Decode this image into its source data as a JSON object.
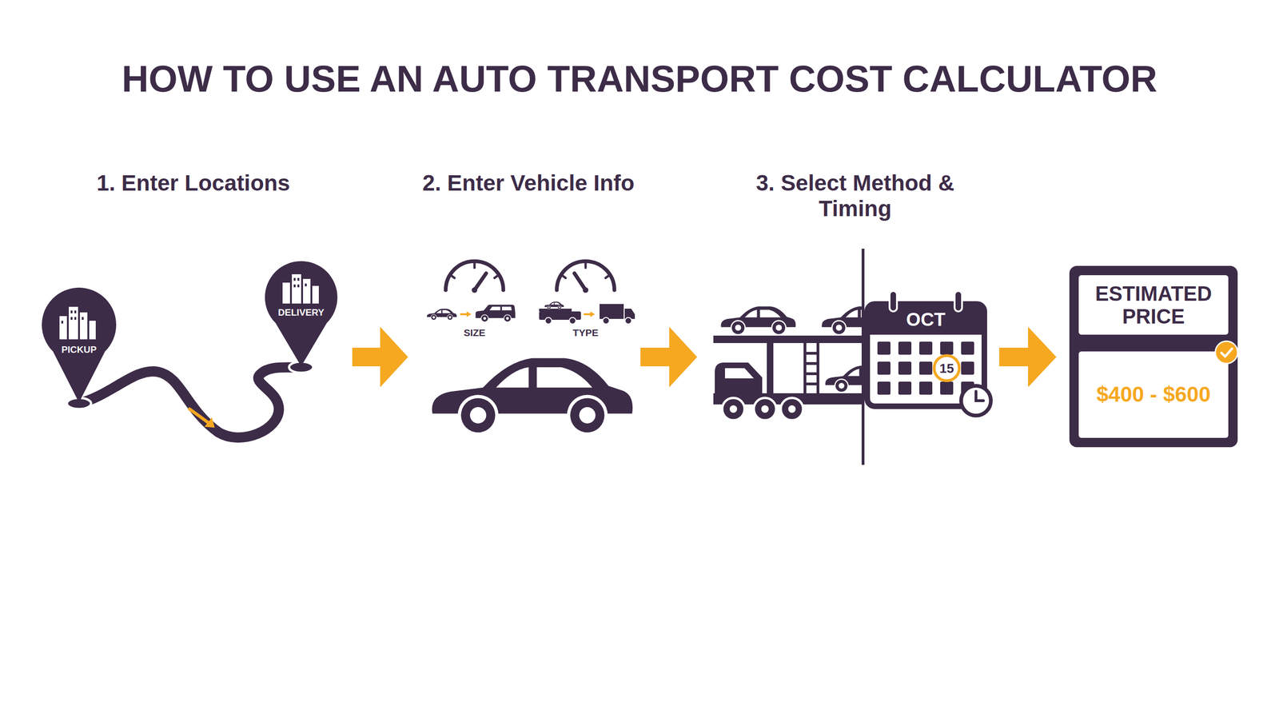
{
  "diagram": {
    "title": "HOW TO USE AN AUTO TRANSPORT COST CALCULATOR",
    "nodes": [
      {
        "text": [
          "ESTIMATED PRICE",
          "$400 - $600"
        ]
      }
    ],
    "labels": [
      "1. Enter Locations",
      "PICKUP",
      "DELIVERY",
      "2. Enter Vehicle Info",
      "SIZE",
      "TYPE",
      "3. Select Method & Timing",
      "OCT",
      "15"
    ]
  }
}
